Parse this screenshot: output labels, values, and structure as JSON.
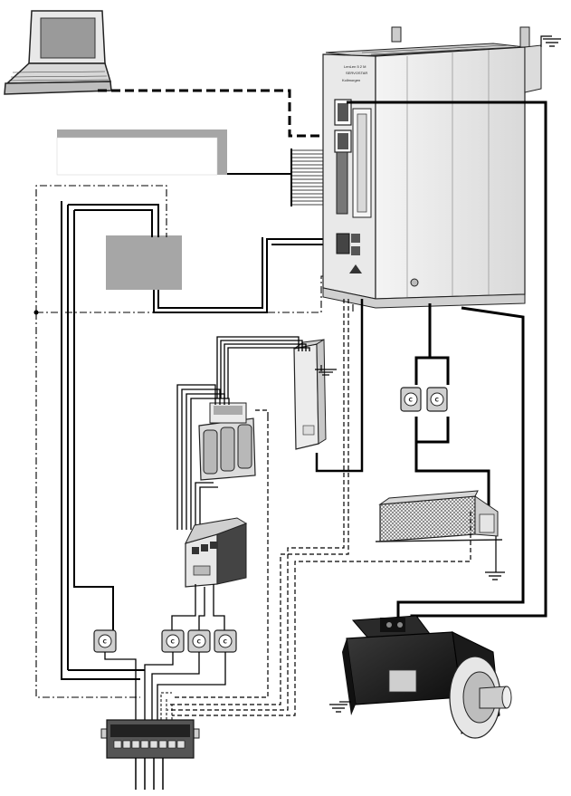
{
  "drive": {
    "brand": "LenLen 5 2 M",
    "model": "SERVOSTAR",
    "vendor": "Kollmorgen"
  },
  "fuse_symbol": "C",
  "colors": {
    "box_fill": "#a6a6a6",
    "line": "#000000",
    "device_light": "#e6e6e6",
    "device_dark": "#1a1a1a"
  },
  "icons": [
    "laptop-icon",
    "servo-drive",
    "emi-filter",
    "line-reactor",
    "contactor",
    "braking-resistor",
    "servo-motor",
    "terminal-block",
    "ground-icon",
    "fuse-icon"
  ]
}
